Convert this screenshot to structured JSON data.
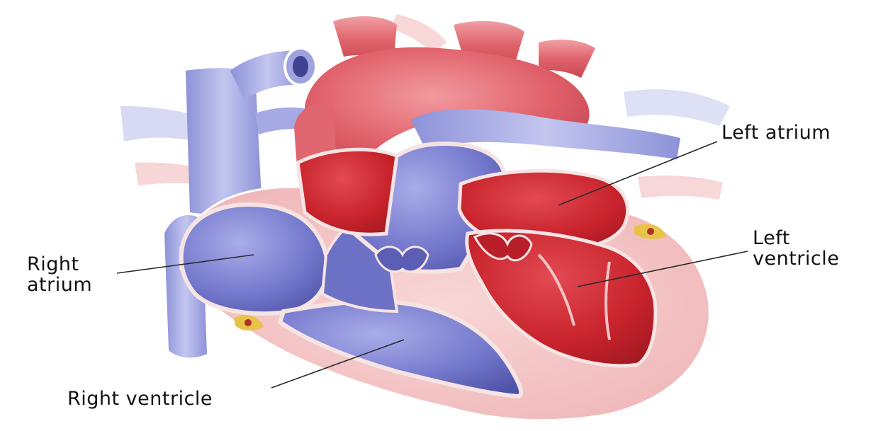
{
  "labels": {
    "left_atrium": "Left atrium",
    "left_ventricle_line1": "Left",
    "left_ventricle_line2": "ventricle",
    "right_atrium_line1": "Right",
    "right_atrium_line2": "atrium",
    "right_ventricle": "Right ventricle"
  },
  "colors": {
    "oxygenated_red": "#c8232c",
    "deoxygenated_blue": "#6f72c9",
    "vessel_blue": "#9ea3e0",
    "vessel_red": "#e07a80",
    "myocardium_pink": "#f4c3c4",
    "fat_yellow": "#e8c34a"
  }
}
